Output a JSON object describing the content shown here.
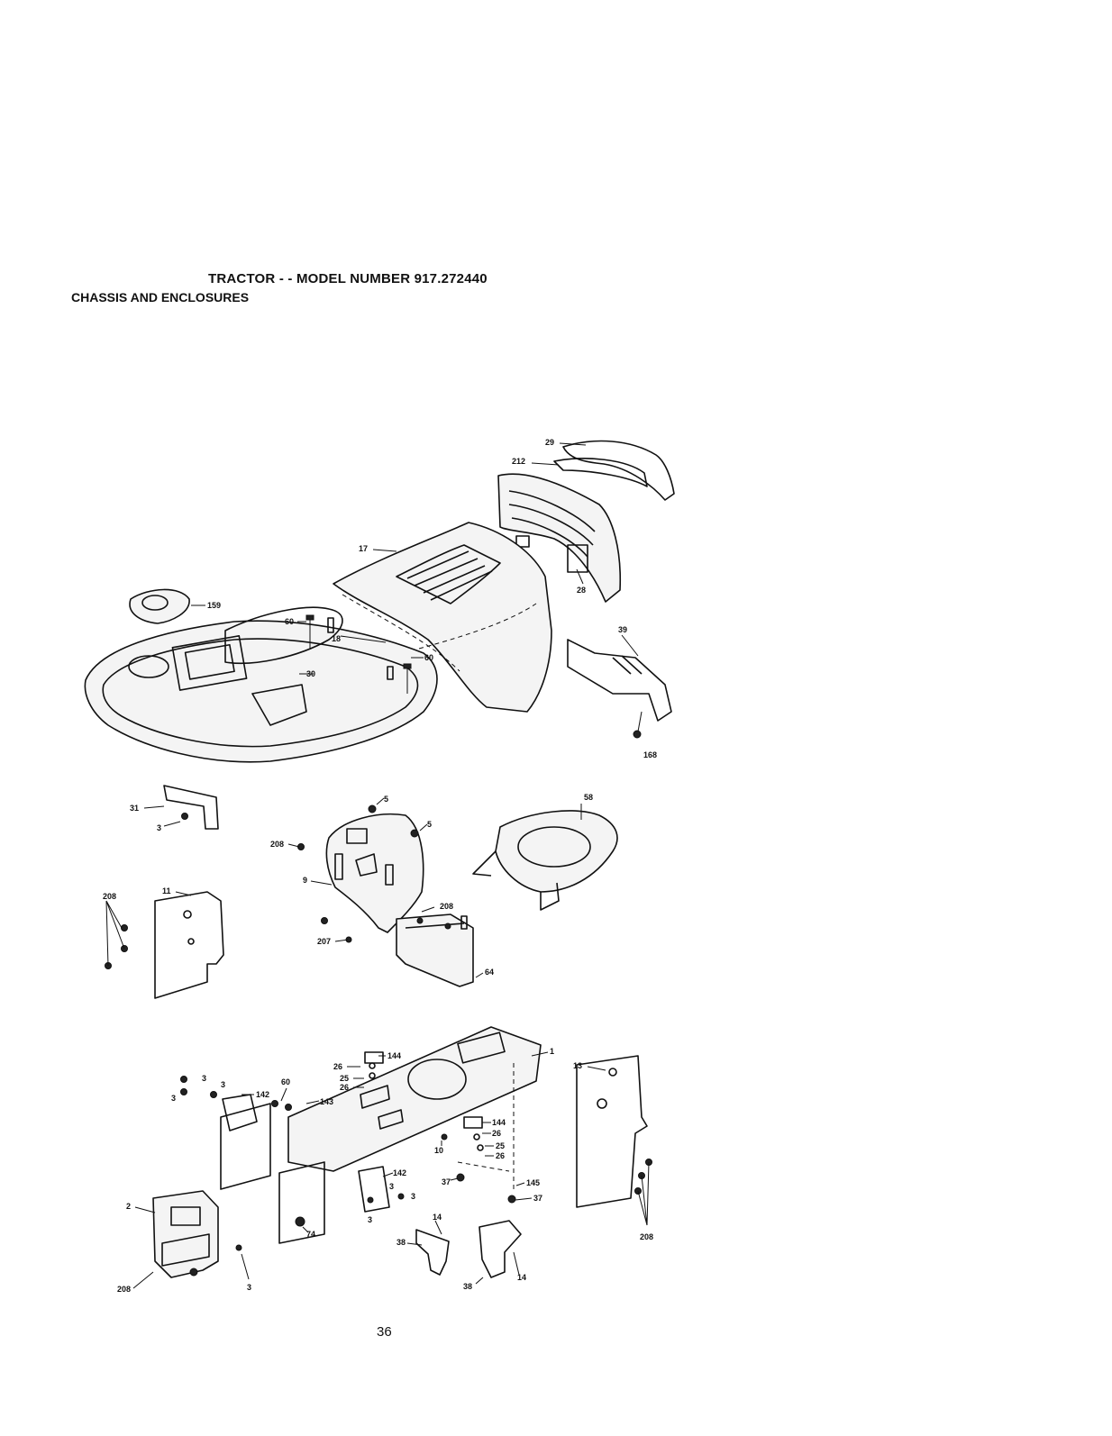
{
  "header": {
    "title": "TRACTOR - - MODEL NUMBER 917.272440",
    "subtitle": "CHASSIS AND ENCLOSURES"
  },
  "footer": {
    "page_number": "36"
  },
  "callouts": [
    {
      "id": "c29",
      "label": "29"
    },
    {
      "id": "c212",
      "label": "212"
    },
    {
      "id": "c17",
      "label": "17"
    },
    {
      "id": "c28a",
      "label": "28"
    },
    {
      "id": "c159",
      "label": "159"
    },
    {
      "id": "c60a",
      "label": "60"
    },
    {
      "id": "c18",
      "label": "18"
    },
    {
      "id": "c60b",
      "label": "60"
    },
    {
      "id": "c30",
      "label": "30"
    },
    {
      "id": "c39",
      "label": "39"
    },
    {
      "id": "c168",
      "label": "168"
    },
    {
      "id": "c31",
      "label": "31"
    },
    {
      "id": "c3a",
      "label": "3"
    },
    {
      "id": "c5a",
      "label": "5"
    },
    {
      "id": "c5b",
      "label": "5"
    },
    {
      "id": "c58",
      "label": "58"
    },
    {
      "id": "c208a",
      "label": "208"
    },
    {
      "id": "c9",
      "label": "9"
    },
    {
      "id": "c208b",
      "label": "208"
    },
    {
      "id": "c11",
      "label": "11"
    },
    {
      "id": "c208c",
      "label": "208"
    },
    {
      "id": "c207",
      "label": "207"
    },
    {
      "id": "c64",
      "label": "64"
    },
    {
      "id": "c26a",
      "label": "26"
    },
    {
      "id": "c144a",
      "label": "144"
    },
    {
      "id": "c1",
      "label": "1"
    },
    {
      "id": "c25a",
      "label": "25"
    },
    {
      "id": "c26b",
      "label": "26"
    },
    {
      "id": "c3b",
      "label": "3"
    },
    {
      "id": "c3c",
      "label": "3"
    },
    {
      "id": "c3d",
      "label": "3"
    },
    {
      "id": "c142a",
      "label": "142"
    },
    {
      "id": "c60c",
      "label": "60"
    },
    {
      "id": "c143",
      "label": "143"
    },
    {
      "id": "c13",
      "label": "13"
    },
    {
      "id": "c144b",
      "label": "144"
    },
    {
      "id": "c26c",
      "label": "26"
    },
    {
      "id": "c10",
      "label": "10"
    },
    {
      "id": "c25b",
      "label": "25"
    },
    {
      "id": "c26d",
      "label": "26"
    },
    {
      "id": "c37a",
      "label": "37"
    },
    {
      "id": "c145",
      "label": "145"
    },
    {
      "id": "c37b",
      "label": "37"
    },
    {
      "id": "c142b",
      "label": "142"
    },
    {
      "id": "c3e",
      "label": "3"
    },
    {
      "id": "c3f",
      "label": "3"
    },
    {
      "id": "c3g",
      "label": "3"
    },
    {
      "id": "c2",
      "label": "2"
    },
    {
      "id": "c74",
      "label": "74"
    },
    {
      "id": "c14a",
      "label": "14"
    },
    {
      "id": "c38a",
      "label": "38"
    },
    {
      "id": "c38b",
      "label": "38"
    },
    {
      "id": "c14b",
      "label": "14"
    },
    {
      "id": "c208d",
      "label": "208"
    },
    {
      "id": "c208e",
      "label": "208"
    },
    {
      "id": "c3h",
      "label": "3"
    }
  ]
}
